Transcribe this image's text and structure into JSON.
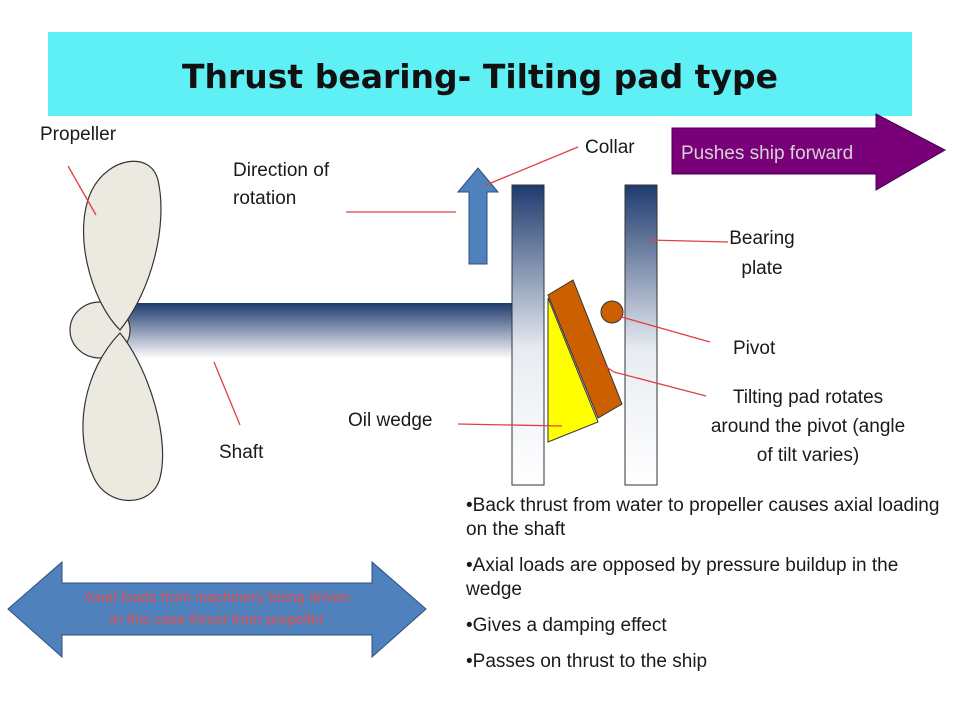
{
  "title": "Thrust bearing- Tilting pad type",
  "colors": {
    "title_band": "#5ff0f6",
    "propeller_blade": "#ece9e1",
    "shaft_dark": "#1e3a6e",
    "plate_dark": "#1e3a6e",
    "tilting_pad": "#cc6000",
    "oil_wedge": "#ffff00",
    "pivot": "#cc6000",
    "rotation_arrow": "#4f81bd",
    "pointer_line": "#e04040",
    "forward_arrow": "#7a007a",
    "load_arrow": "#4f81bd",
    "load_text": "#e05050"
  },
  "labels": {
    "propeller": "Propeller",
    "direction_line1": "Direction of",
    "direction_line2": "rotation",
    "collar": "Collar",
    "bearing_line1": "Bearing",
    "bearing_line2": "plate",
    "pivot": "Pivot",
    "tilting_line1": "Tilting pad rotates",
    "tilting_line2": "around the pivot (angle",
    "tilting_line3": "of tilt varies)",
    "oil_wedge": "Oil wedge",
    "shaft": "Shaft"
  },
  "forward_arrow": {
    "text": "Pushes ship forward"
  },
  "load_arrow": {
    "line1": "Axial loads from machinery being driven",
    "line2": "In this case thrust from propeller"
  },
  "bullets": [
    "Back thrust from water to propeller causes axial loading on the shaft",
    "Axial loads are opposed by pressure buildup in the wedge",
    "Gives a damping effect",
    "Passes on thrust to the ship"
  ]
}
